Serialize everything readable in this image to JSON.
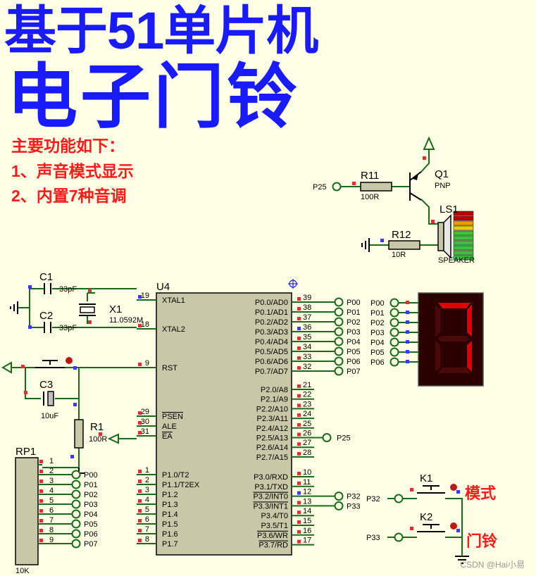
{
  "title": {
    "line1": "基于51单片机",
    "line2": "电子门铃"
  },
  "features": {
    "heading": "主要功能如下：",
    "item1": "1、声音模式显示",
    "item2": "2、内置7种音调"
  },
  "mcu": {
    "ref": "U4",
    "left_pins": [
      {
        "num": "19",
        "name": "XTAL1"
      },
      {
        "num": "18",
        "name": "XTAL2"
      },
      {
        "num": "9",
        "name": "RST"
      },
      {
        "num": "29",
        "name": "PSEN"
      },
      {
        "num": "30",
        "name": "ALE"
      },
      {
        "num": "31",
        "name": "EA"
      },
      {
        "num": "1",
        "name": "P1.0/T2"
      },
      {
        "num": "2",
        "name": "P1.1/T2EX"
      },
      {
        "num": "3",
        "name": "P1.2"
      },
      {
        "num": "4",
        "name": "P1.3"
      },
      {
        "num": "5",
        "name": "P1.4"
      },
      {
        "num": "6",
        "name": "P1.5"
      },
      {
        "num": "7",
        "name": "P1.6"
      },
      {
        "num": "8",
        "name": "P1.7"
      }
    ],
    "right_pins": [
      {
        "num": "39",
        "name": "P0.0/AD0"
      },
      {
        "num": "38",
        "name": "P0.1/AD1"
      },
      {
        "num": "37",
        "name": "P0.2/AD2"
      },
      {
        "num": "36",
        "name": "P0.3/AD3"
      },
      {
        "num": "35",
        "name": "P0.4/AD4"
      },
      {
        "num": "34",
        "name": "P0.5/AD5"
      },
      {
        "num": "33",
        "name": "P0.6/AD6"
      },
      {
        "num": "32",
        "name": "P0.7/AD7"
      },
      {
        "num": "21",
        "name": "P2.0/A8"
      },
      {
        "num": "22",
        "name": "P2.1/A9"
      },
      {
        "num": "23",
        "name": "P2.2/A10"
      },
      {
        "num": "24",
        "name": "P2.3/A11"
      },
      {
        "num": "25",
        "name": "P2.4/A12"
      },
      {
        "num": "26",
        "name": "P2.5/A13"
      },
      {
        "num": "27",
        "name": "P2.6/A14"
      },
      {
        "num": "28",
        "name": "P2.7/A15"
      },
      {
        "num": "10",
        "name": "P3.0/RXD"
      },
      {
        "num": "11",
        "name": "P3.1/TXD"
      },
      {
        "num": "12",
        "name": "P3.2/INT0"
      },
      {
        "num": "13",
        "name": "P3.3/INT1"
      },
      {
        "num": "14",
        "name": "P3.4/T0"
      },
      {
        "num": "15",
        "name": "P3.5/T1"
      },
      {
        "num": "16",
        "name": "P3.6/WR"
      },
      {
        "num": "17",
        "name": "P3.7/RD"
      }
    ],
    "p0_nets": [
      "P00",
      "P01",
      "P02",
      "P03",
      "P04",
      "P05",
      "P06",
      "P07"
    ],
    "p25_net": "P25",
    "p3_nets": [
      "P32",
      "P33"
    ]
  },
  "crystal": {
    "ref": "X1",
    "value": "11.0592M"
  },
  "caps": {
    "c1_ref": "C1",
    "c1_val": "33pF",
    "c2_ref": "C2",
    "c2_val": "33pF",
    "c3_ref": "C3",
    "c3_val": "10uF"
  },
  "r1": {
    "ref": "R1",
    "value": "100R"
  },
  "rp1": {
    "ref": "RP1",
    "value": "10K",
    "pins": [
      "1",
      "2",
      "3",
      "4",
      "5",
      "6",
      "7",
      "8",
      "9"
    ],
    "nets": [
      "P00",
      "P01",
      "P02",
      "P03",
      "P04",
      "P05",
      "P06",
      "P07"
    ]
  },
  "buzzer": {
    "net": "P25",
    "r11_ref": "R11",
    "r11_val": "100R",
    "q1_ref": "Q1",
    "q1_type": "PNP",
    "ls1_ref": "LS1",
    "ls1_type": "SPEAKER",
    "r12_ref": "R12",
    "r12_val": "10R"
  },
  "display": {
    "nets": [
      "P00",
      "P01",
      "P02",
      "P03",
      "P04",
      "P05",
      "P06"
    ],
    "digit": "7",
    "segment_color": "#e00000",
    "body_color": "#2a0000"
  },
  "keys": {
    "k1_ref": "K1",
    "k1_net": "P32",
    "k1_label": "模式",
    "k2_ref": "K2",
    "k2_net": "P33",
    "k2_label": "门铃"
  },
  "watermark": "CSDN @Hai小易"
}
